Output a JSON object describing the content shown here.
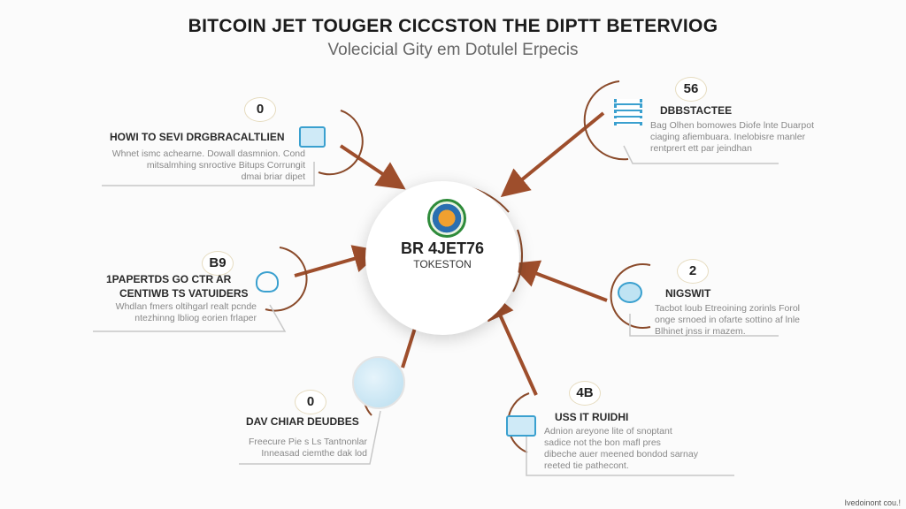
{
  "title": "BITCOIN JET TOUGER CICCSTON THE DIPTT BETERVIOG",
  "subtitle": "Volecicial Gity em Dotulel Erpecis",
  "hub": {
    "title": "BR 4JET76",
    "subtitle": "TOKESTON"
  },
  "nodes": [
    {
      "badge": "0",
      "title": "HOWI TO SEVI DRGBRACALTLIEN",
      "desc": [
        "Whnet ismc achearne. Dowall dasmnion. Cond",
        "mitsalmhing snroctive Bitups Corrungit",
        "dmai briar dipet"
      ],
      "icon": "document-icon"
    },
    {
      "badge": "56",
      "title": "DBBSTACTEE",
      "desc": [
        "Bag Olhen bomowes Diofe lnte Duarpot",
        "ciaging afiembuara. Inelobisre manler",
        "rentprert ett par jeindhan"
      ],
      "icon": "network-icon"
    },
    {
      "badge": "B9",
      "title": "1PAPERTDS GO CTR AR",
      "title2": "CENTIWB TS VATUIDERS",
      "desc": [
        "Whdlan fmers oltihgarl realt pcnde",
        "ntezhinng lbliog eorien frlaper"
      ],
      "icon": "shield-icon"
    },
    {
      "badge": "2",
      "title": "NIGSWIT",
      "desc": [
        "Tacbot loub Etreoining zorinls Forol",
        "onge srnoed in ofarte sottino af lnle",
        "Blhinet jnss ir mazem."
      ],
      "icon": "chat-icon"
    },
    {
      "badge": "0",
      "title": "DAV CHIAR DEUDBES",
      "desc": [
        "Freecure Pie s Ls Tantnonlar",
        "Inneasad ciemthe dak lod"
      ],
      "icon": "globe-icon"
    },
    {
      "badge": "4B",
      "title": "USS IT RUIDHI",
      "desc": [
        "Adnion areyone lite of snoptant",
        "sadice not the bon mafl pres",
        "dibeche auer meened bondod sarnay",
        "reeted tie pathecont."
      ],
      "icon": "card-icon"
    }
  ],
  "footer": "Ivedoinont cou.!",
  "colors": {
    "arrow": "#9e4e2c",
    "accent": "#3aa0cf"
  }
}
